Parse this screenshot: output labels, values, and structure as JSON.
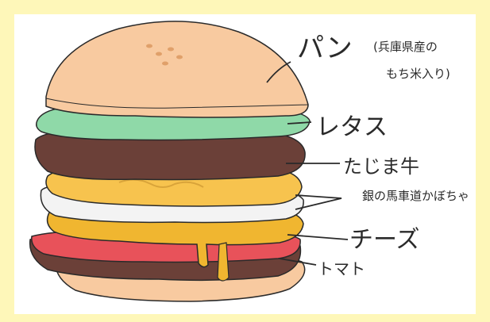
{
  "labels": {
    "bun": "パン",
    "bun_note_line1": "(兵庫県産の",
    "bun_note_line2": "もち米入り)",
    "lettuce": "レタス",
    "beef": "たじま牛",
    "pumpkin": "銀の馬車道かぼちゃ",
    "cheese": "チーズ",
    "tomato": "トマト"
  },
  "colors": {
    "background_frame": "#fef7b9",
    "paper": "#ffffff",
    "bun": "#f8caa0",
    "lettuce": "#8fd9a8",
    "beef": "#6b4038",
    "pumpkin": "#f7c34e",
    "white_layer": "#f3f3f3",
    "cheese": "#f0b630",
    "tomato": "#e8525a",
    "outline": "#2a2a2a"
  }
}
